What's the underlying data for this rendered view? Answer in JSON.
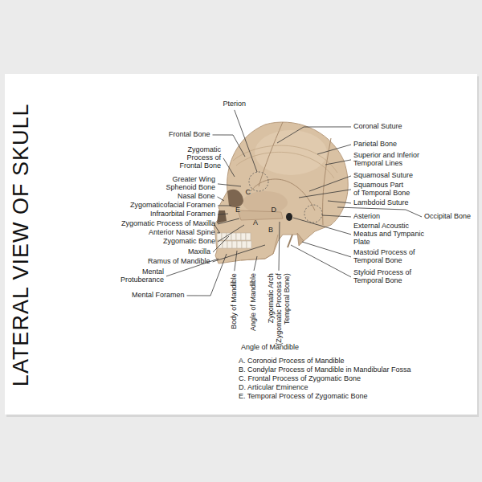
{
  "diagram": {
    "title": "LATERAL VIEW OF SKULL",
    "labels": [
      "Pterion",
      "Frontal Bone",
      "Zygomatic Process of Frontal Bone",
      "Greater Wing Sphenoid Bone",
      "Nasal Bone",
      "Zygomaticofacial Foramen",
      "Infraorbital Foramen",
      "Zygomatic Process of Maxilla",
      "Anterior Nasal Spine",
      "Zygomatic Bone",
      "Maxilla",
      "Ramus of Mandible",
      "Mental Protuberance",
      "Mental Foramen",
      "Coronal Suture",
      "Parietal Bone",
      "Superior and Inferior Temporal Lines",
      "Squamosal Suture",
      "Squamous Part of Temporal Bone",
      "Lambdoid Suture",
      "Asterion",
      "Occipital Bone",
      "External Acoustic Meatus and Tympanic Plate",
      "Mastoid Process of Temporal Bone",
      "Styloid Process of Temporal Bone",
      "C",
      "E",
      "D",
      "A",
      "B",
      "Body of Mandible",
      "Angle of Mandible",
      "Zygomatic Arch (Zygomatic Process of Temporal Bone)",
      "Angle of Mandible",
      "A. Coronoid Process of Mandible",
      "B. Condylar Process of Mandible in Mandibular Fossa",
      "C. Frontal Process of Zygomatic Bone",
      "D. Articular Eminence",
      "E. Temporal Process of Zygomatic Bone"
    ]
  }
}
